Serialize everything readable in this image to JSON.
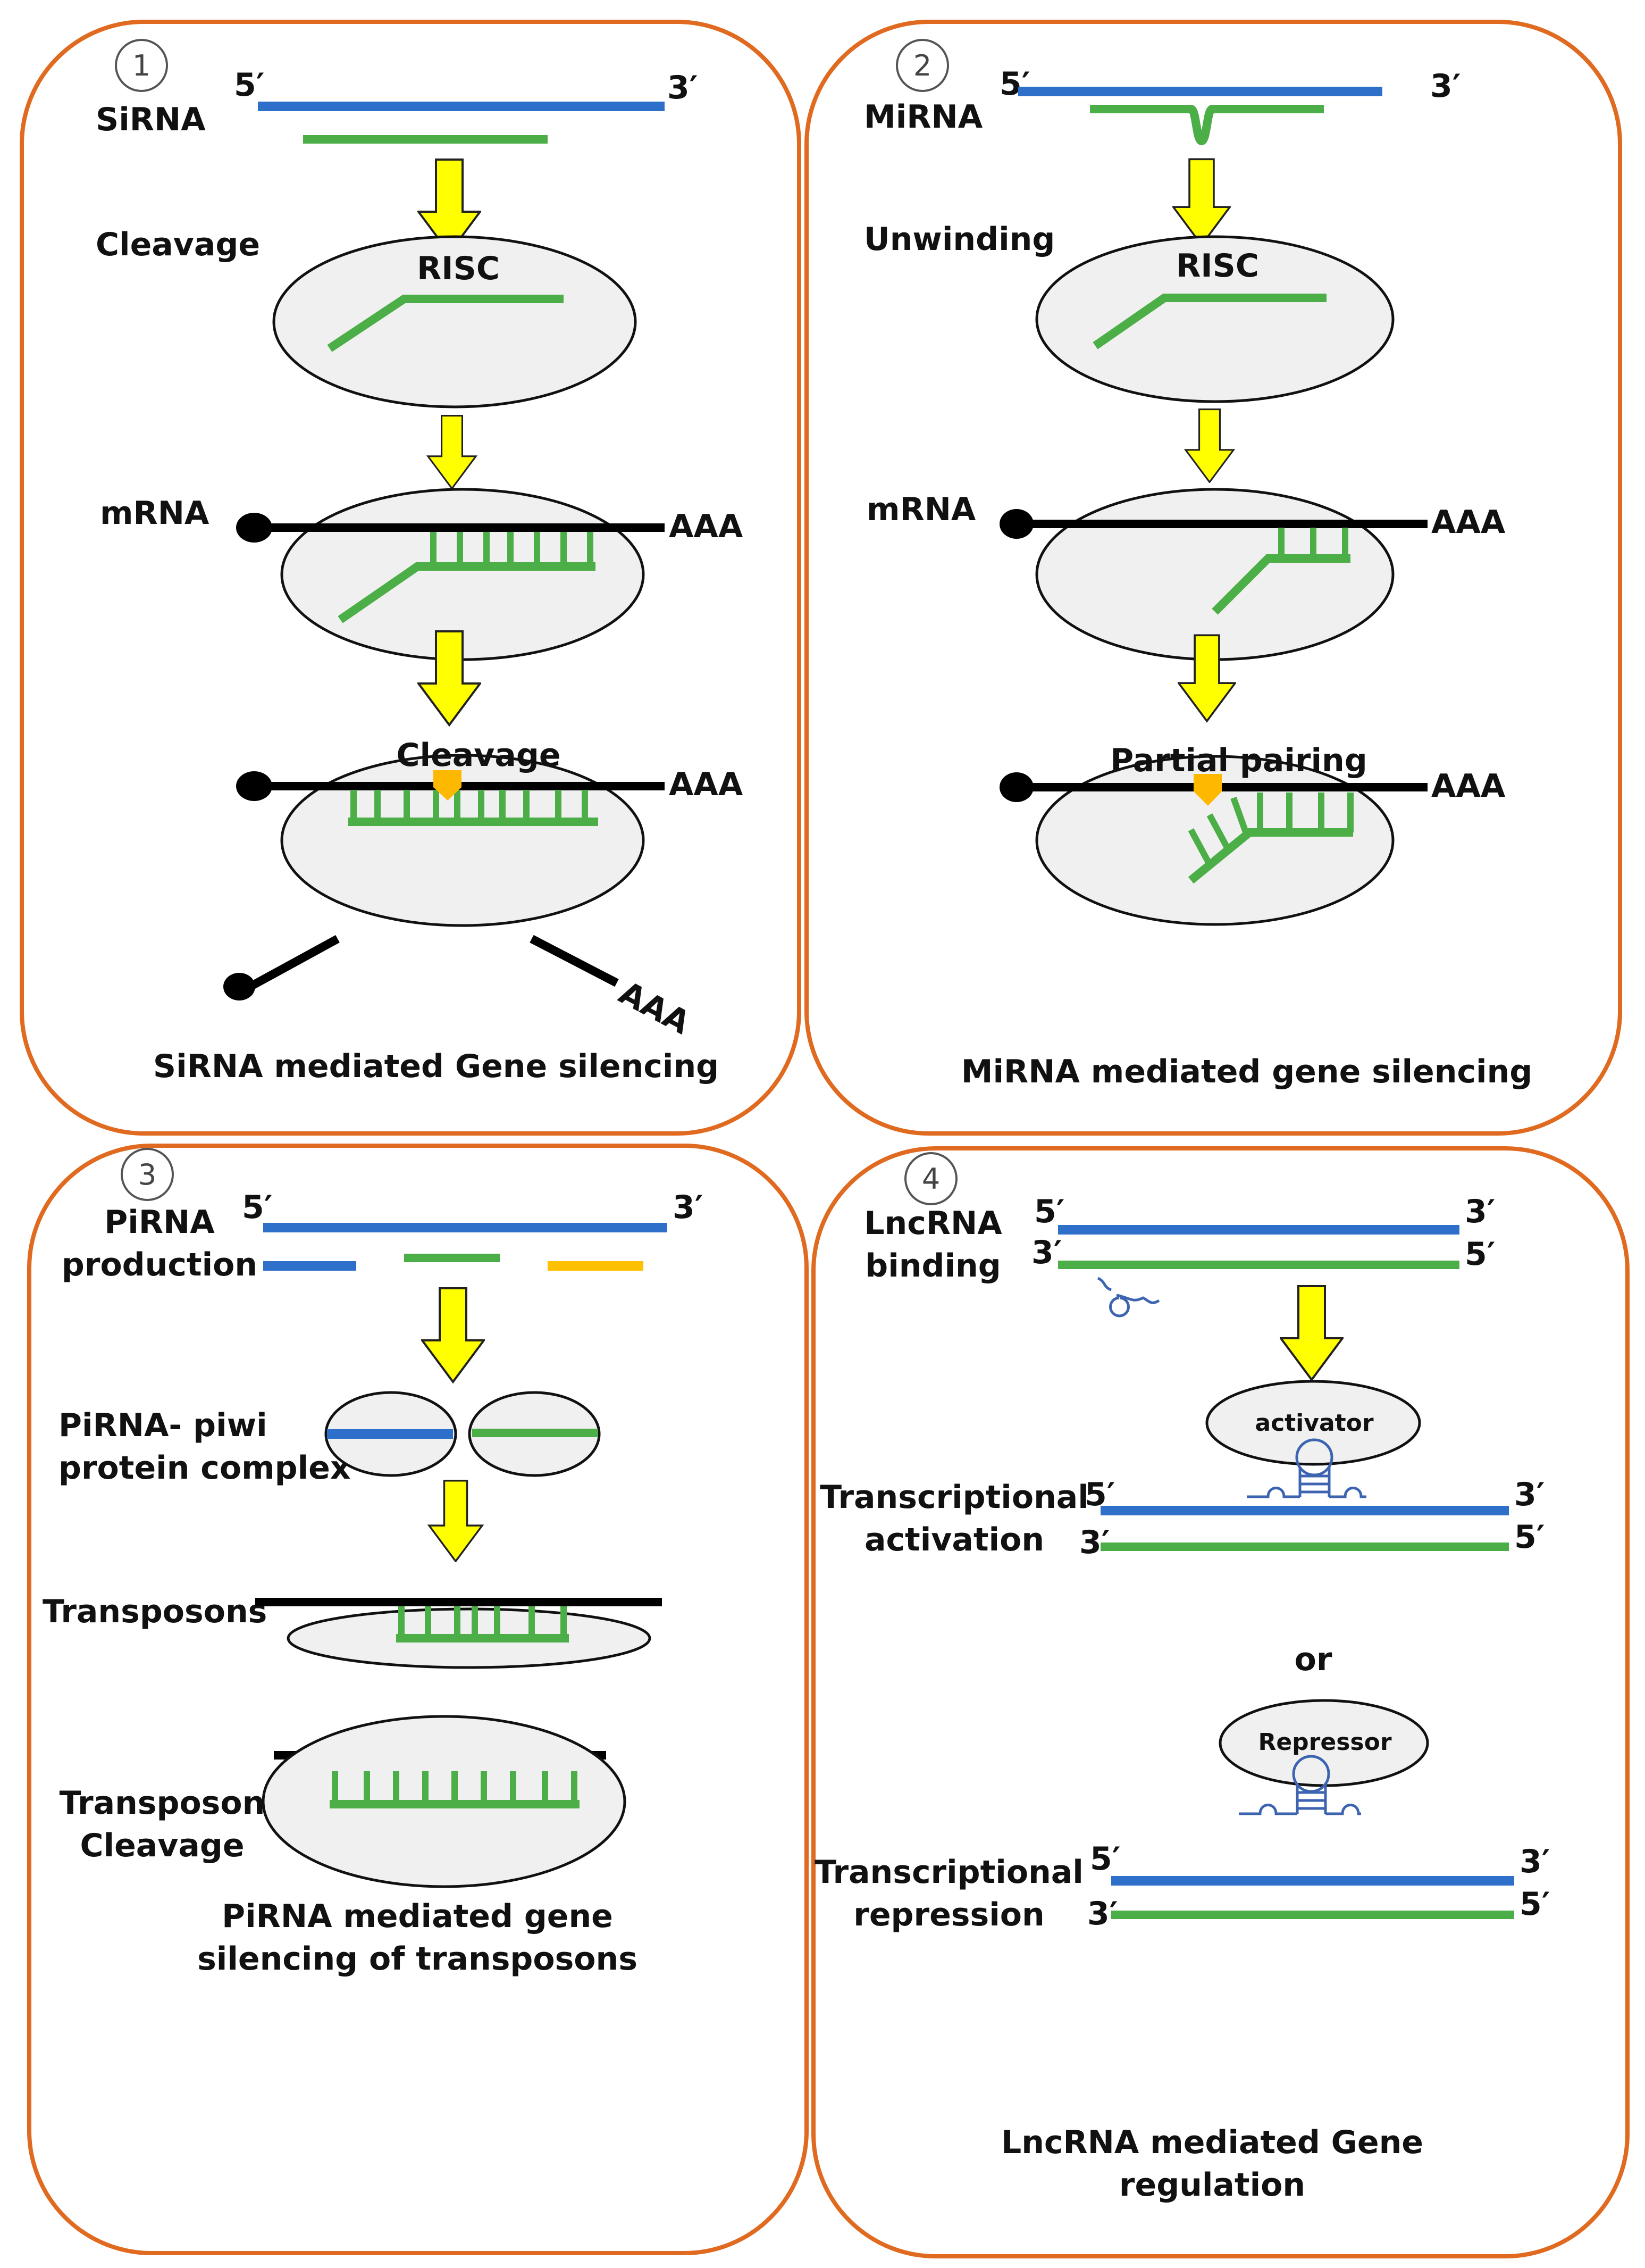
{
  "colors": {
    "panel_border": "#E06A1F",
    "rna_blue": "#2E6FC9",
    "rna_green": "#4BAE46",
    "rna_gold": "#FFC000",
    "arrow_yellow": "#FFFF00",
    "complex_fill": "#F0F0F0",
    "cleavage_marker": "#FFB800"
  },
  "panels": [
    {
      "number": "1",
      "title": "SiRNA mediated Gene silencing",
      "labels": {
        "rna": "SiRNA",
        "step1": "Cleavage",
        "complex": "RISC",
        "mrna": "mRNA",
        "tail": "AAA",
        "step3": "Cleavage",
        "five_prime": "5′",
        "three_prime": "3′"
      }
    },
    {
      "number": "2",
      "title": "MiRNA mediated gene silencing",
      "labels": {
        "rna": "MiRNA",
        "step1": "Unwinding",
        "complex": "RISC",
        "mrna": "mRNA",
        "tail": "AAA",
        "step3": "Partial pairing",
        "five_prime": "5′",
        "three_prime": "3′"
      }
    },
    {
      "number": "3",
      "title_line1": "PiRNA mediated gene",
      "title_line2": "silencing of transposons",
      "labels": {
        "rna_line1": "PiRNA",
        "rna_line2": "production",
        "complex_line1": "PiRNA- piwi",
        "complex_line2": "protein complex",
        "transposons": "Transposons",
        "cleavage_line1": "Transposon",
        "cleavage_line2": "Cleavage",
        "five_prime": "5′",
        "three_prime": "3′"
      }
    },
    {
      "number": "4",
      "title_line1": "LncRNA mediated Gene",
      "title_line2": "regulation",
      "labels": {
        "binding_line1": "LncRNA",
        "binding_line2": "binding",
        "activation_line1": "Transcriptional",
        "activation_line2": "activation",
        "activator": "activator",
        "or": "or",
        "repressor": "Repressor",
        "repression_line1": "Transcriptional",
        "repression_line2": "repression",
        "five_prime": "5′",
        "three_prime": "3′"
      }
    }
  ]
}
